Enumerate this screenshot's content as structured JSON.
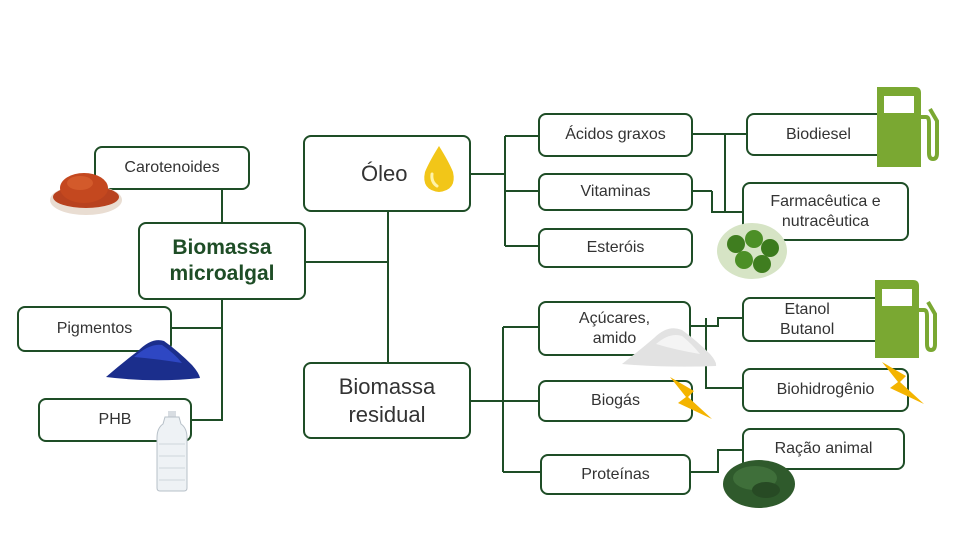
{
  "nodes": {
    "root": "Biomassa\nmicroalgal",
    "oleo": "Óleo",
    "residual": "Biomassa\nresidual",
    "carotenoides": "Carotenoides",
    "pigmentos": "Pigmentos",
    "phb": "PHB",
    "acidos_graxos": "Ácidos graxos",
    "vitaminas": "Vitaminas",
    "esterois": "Esteróis",
    "biodiesel": "Biodiesel",
    "farmaceutica": "Farmacêutica e\nnutracêutica",
    "acucares": "Açúcares,\namido",
    "biogas": "Biogás",
    "proteinas": "Proteínas",
    "etanol": "Etanol\nButanol",
    "biohidrogenio": "Biohidrogênio",
    "racao": "Ração animal"
  },
  "icons": [
    "oil-drop-icon",
    "fuel-pump-icon",
    "lightning-icon",
    "powder-pile-icon",
    "plastic-bottle-icon",
    "tablets-icon"
  ],
  "colors": {
    "border": "#1e4d26",
    "root_text": "#1e4d26",
    "fuel_pump": "#7aa832",
    "lightning": "#f4b400",
    "oil_drop": "#f2c618"
  }
}
